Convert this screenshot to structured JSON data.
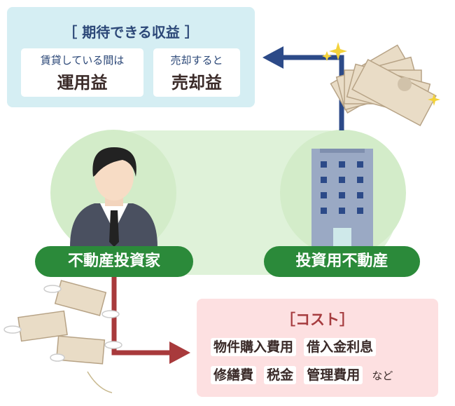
{
  "income": {
    "title": "［ 期待できる収益 ］",
    "items": [
      {
        "sub": "賃貸している間は",
        "main": "運用益"
      },
      {
        "sub": "売却すると",
        "main": "売却益"
      }
    ]
  },
  "labels": {
    "investor": "不動産投資家",
    "property": "投資用不動産"
  },
  "cost": {
    "title": "［コスト］",
    "row1": [
      "物件購入費用",
      "借入金利息"
    ],
    "row2": [
      "修繕費",
      "税金",
      "管理費用"
    ],
    "suffix": "など"
  },
  "colors": {
    "income_arrow": "#2c4a88",
    "cost_arrow": "#a83a3c",
    "green": "#2b8a3a"
  }
}
